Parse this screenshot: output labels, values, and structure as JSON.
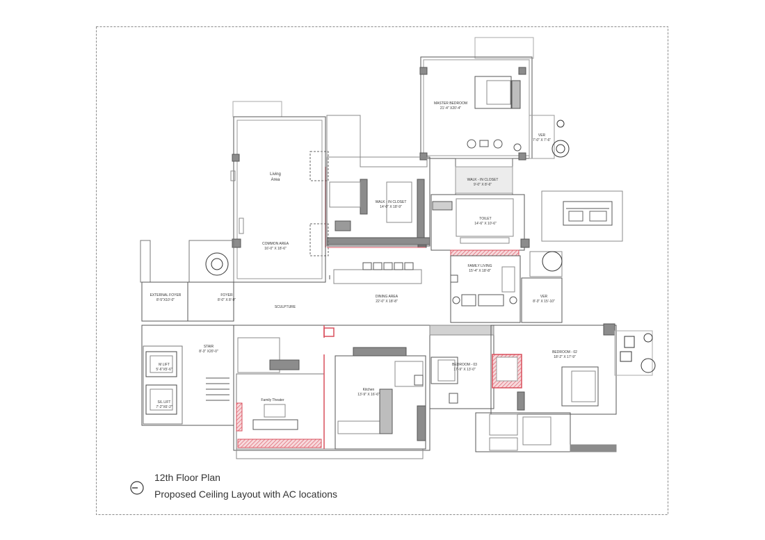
{
  "sheet": {
    "title": "12th Floor Plan",
    "subtitle": "Proposed Ceiling Layout with AC locations"
  },
  "rooms": {
    "living_area": [
      "Living",
      "Area"
    ],
    "common_area": [
      "COMMON AREA",
      "16'-0\" X 18'-6\""
    ],
    "walk_in_closet_1": [
      "WALK - IN CLOSET",
      "14'-0\" X 18'-9\""
    ],
    "master_bedroom": [
      "MASTER BEDROOM",
      "21'-4\" X20'-4\""
    ],
    "walk_in_closet_2": [
      "WALK - IN CLOSET",
      "9'-0\" X 8'-6\""
    ],
    "toilet": [
      "TOILET",
      "14'-6\" X 10'-6\""
    ],
    "ver_1": [
      "VER",
      "7'-0\" X 7'-6\""
    ],
    "family_living": [
      "FAMILY LIVING",
      "15'-4\" X 18'-8\""
    ],
    "dining_area": [
      "DINING AREA",
      "22'-0\" X 18'-8\""
    ],
    "sculpture": [
      "SCULPTURE"
    ],
    "external_foyer": [
      "EXTERNAL FOYER",
      "8'-5\"X10'-0\""
    ],
    "foyer": [
      "FOYER",
      "8'-0\" X 8'-9\""
    ],
    "ver_2": [
      "VER",
      "8'-3\" X 15'-10\""
    ],
    "stair": [
      "STAIR",
      "8'-3\" X20'-0\""
    ],
    "m_lift": [
      "M LIFT",
      "5'-6\"X5'-6\""
    ],
    "s_lift": [
      "S/L LIFT",
      "7'-2\"X6'-2\""
    ],
    "family_theater": [
      "Family Theater"
    ],
    "kitchen": [
      "Kitchen",
      "13'-9\" X 16'-6\""
    ],
    "bedroom_3": [
      "BEDROOM - 03",
      "17'-9\" X 13'-0\""
    ],
    "bedroom_2": [
      "BEDROOM - 02",
      "18'-2\" X 17'-9\""
    ]
  },
  "colors": {
    "line": "#555555",
    "wall": "#8c8c8c",
    "accent": "#d94f5c",
    "hatch": "#e9a0a8",
    "frame": "#888888"
  }
}
